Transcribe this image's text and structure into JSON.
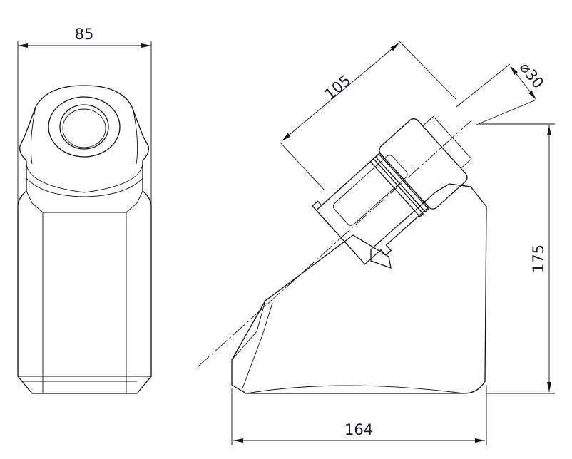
{
  "drawing": {
    "dimensions": {
      "front_width": "85",
      "body_length": "105",
      "shank_diameter": "⌀30",
      "height": "175",
      "base_length": "164"
    }
  }
}
